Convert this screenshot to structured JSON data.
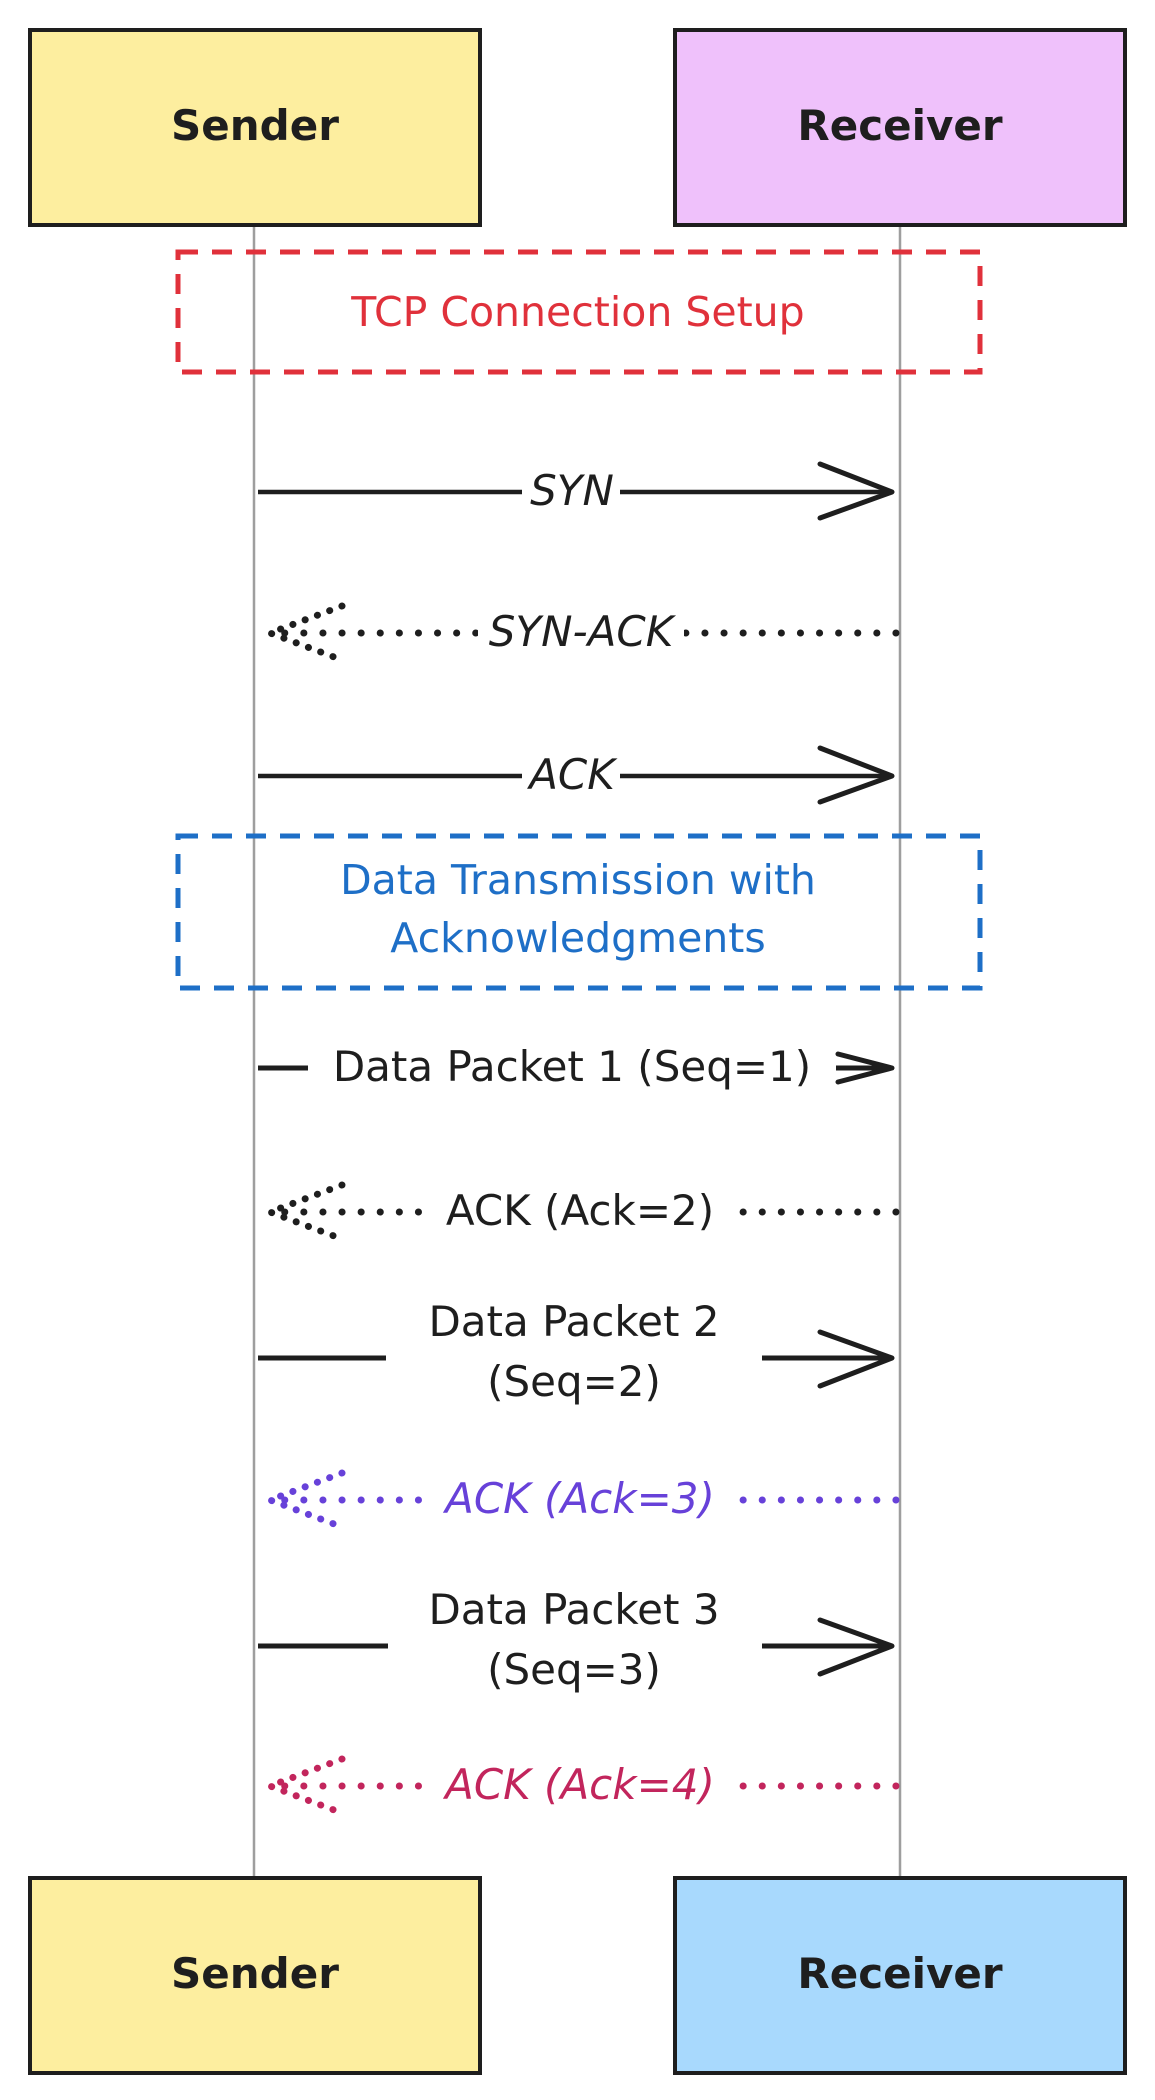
{
  "participants": {
    "sender_top": {
      "label": "Sender",
      "fill": "#fdee9f"
    },
    "receiver_top": {
      "label": "Receiver",
      "fill": "#efc1fb"
    },
    "sender_bottom": {
      "label": "Sender",
      "fill": "#fdee9f"
    },
    "receiver_bottom": {
      "label": "Receiver",
      "fill": "#a8d9fd"
    }
  },
  "notes": {
    "setup": {
      "lines": [
        "TCP Connection Setup"
      ],
      "color": "#e0313b"
    },
    "transmission": {
      "lines": [
        "Data Transmission with",
        "Acknowledgments"
      ],
      "color": "#1e6fc7"
    }
  },
  "messages": [
    {
      "id": "syn",
      "label": "SYN",
      "direction": "sender-to-receiver",
      "style": "solid",
      "color": "#1e1e1e"
    },
    {
      "id": "syn-ack",
      "label": "SYN-ACK",
      "direction": "receiver-to-sender",
      "style": "dotted",
      "color": "#1e1e1e"
    },
    {
      "id": "ack",
      "label": "ACK",
      "direction": "sender-to-receiver",
      "style": "solid",
      "color": "#1e1e1e"
    },
    {
      "id": "data-packet-1",
      "label": "Data Packet 1 (Seq=1)",
      "direction": "sender-to-receiver",
      "style": "solid",
      "color": "#1e1e1e"
    },
    {
      "id": "ack-2",
      "label": "ACK (Ack=2)",
      "direction": "receiver-to-sender",
      "style": "dotted",
      "color": "#1e1e1e"
    },
    {
      "id": "data-packet-2",
      "label_lines": [
        "Data Packet 2",
        "(Seq=2)"
      ],
      "direction": "sender-to-receiver",
      "style": "solid",
      "color": "#1e1e1e"
    },
    {
      "id": "ack-3",
      "label": "ACK (Ack=3)",
      "direction": "receiver-to-sender",
      "style": "dotted",
      "color": "#6741d9"
    },
    {
      "id": "data-packet-3",
      "label_lines": [
        "Data Packet 3",
        "(Seq=3)"
      ],
      "direction": "sender-to-receiver",
      "style": "solid",
      "color": "#1e1e1e"
    },
    {
      "id": "ack-4",
      "label": "ACK (Ack=4)",
      "direction": "receiver-to-sender",
      "style": "dotted",
      "color": "#c2255c"
    }
  ]
}
